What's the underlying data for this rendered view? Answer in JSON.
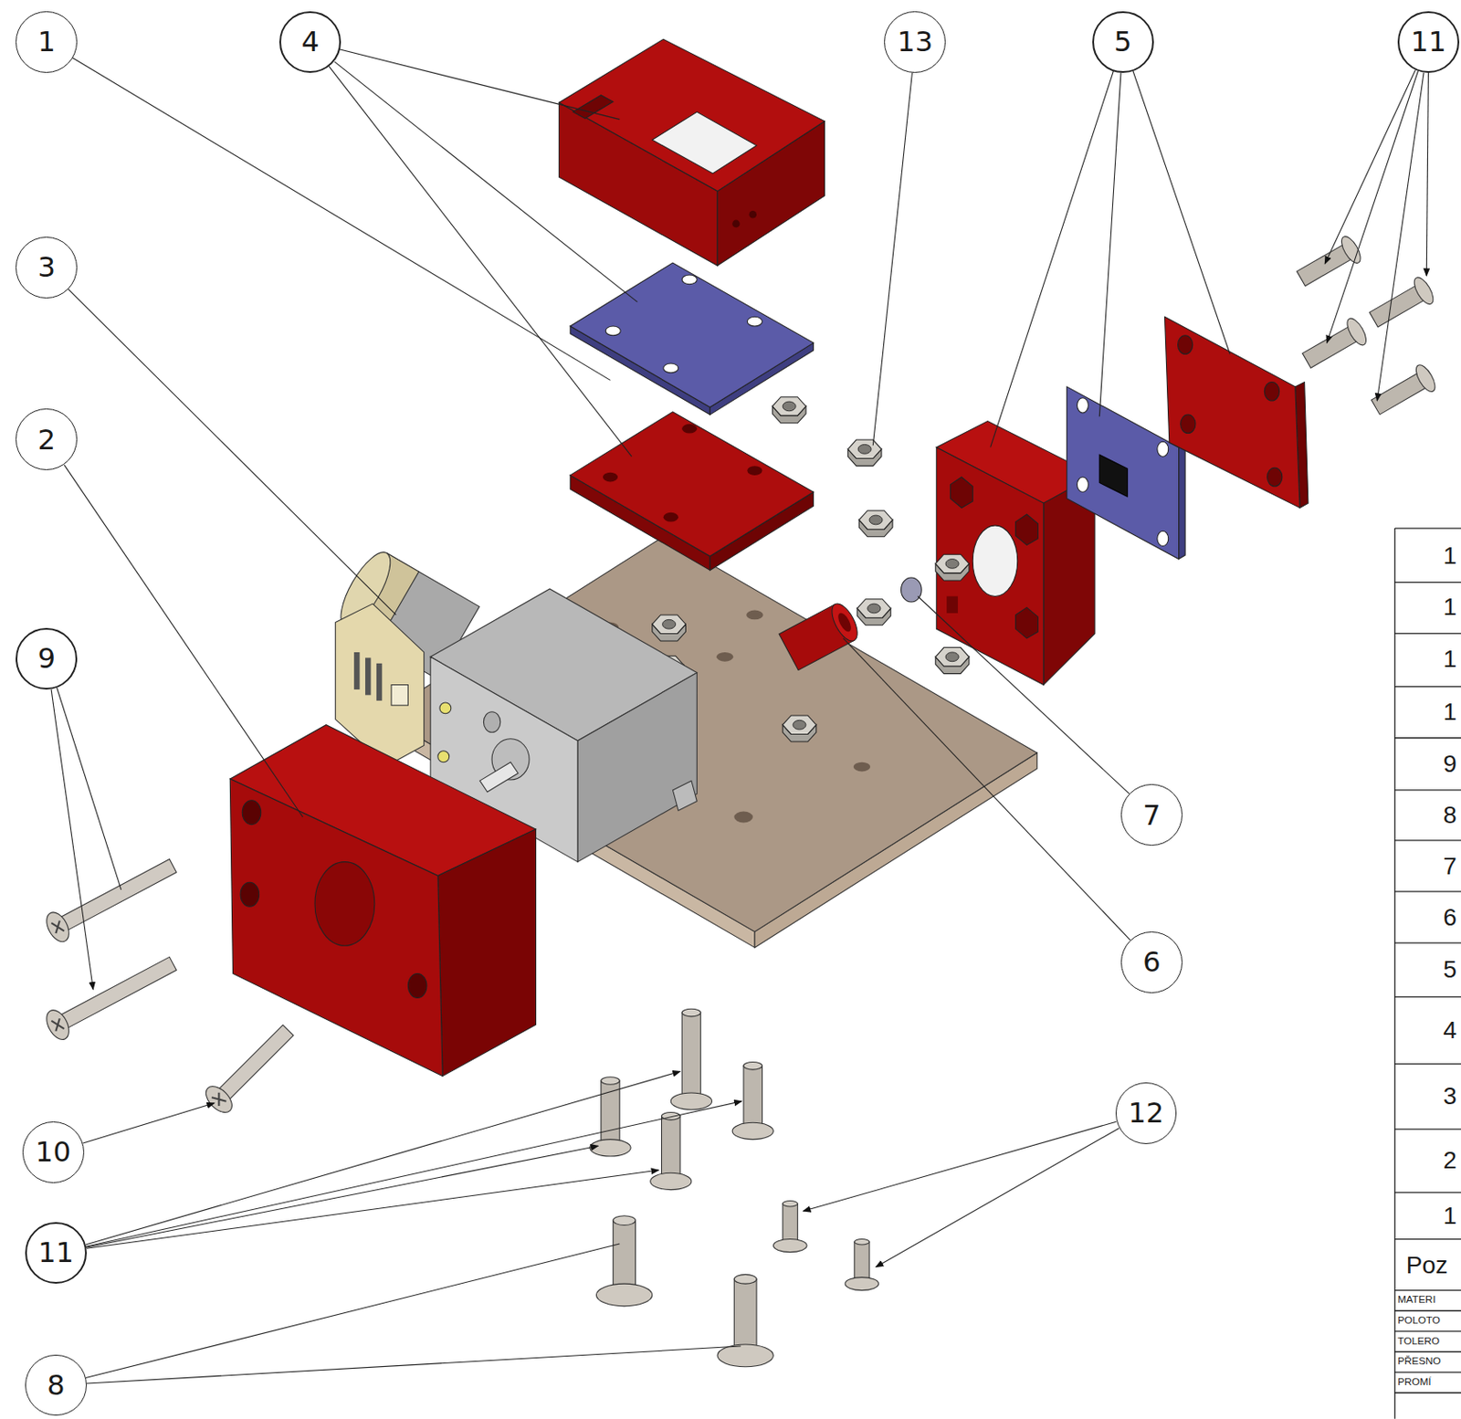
{
  "diagram": {
    "nodes": [
      {
        "text": [
          "1"
        ]
      },
      {
        "text": [
          "4"
        ]
      },
      {
        "text": [
          "13"
        ]
      },
      {
        "text": [
          "5"
        ]
      },
      {
        "text": [
          "11"
        ]
      },
      {
        "text": [
          "3"
        ]
      },
      {
        "text": [
          "2"
        ]
      },
      {
        "text": [
          "9"
        ]
      },
      {
        "text": [
          "7"
        ]
      },
      {
        "text": [
          "6"
        ]
      },
      {
        "text": [
          "12"
        ]
      },
      {
        "text": [
          "10"
        ]
      },
      {
        "text": [
          "11"
        ]
      },
      {
        "text": [
          "8"
        ]
      }
    ],
    "edges": [],
    "labels": [
      "1",
      "1",
      "1",
      "1",
      "9",
      "8",
      "7",
      "6",
      "5",
      "4",
      "3",
      "2",
      "1",
      "Poz",
      "MATERI",
      "POLOTO",
      "TOLERO",
      "PŘESNO",
      "PROMÍ"
    ]
  }
}
